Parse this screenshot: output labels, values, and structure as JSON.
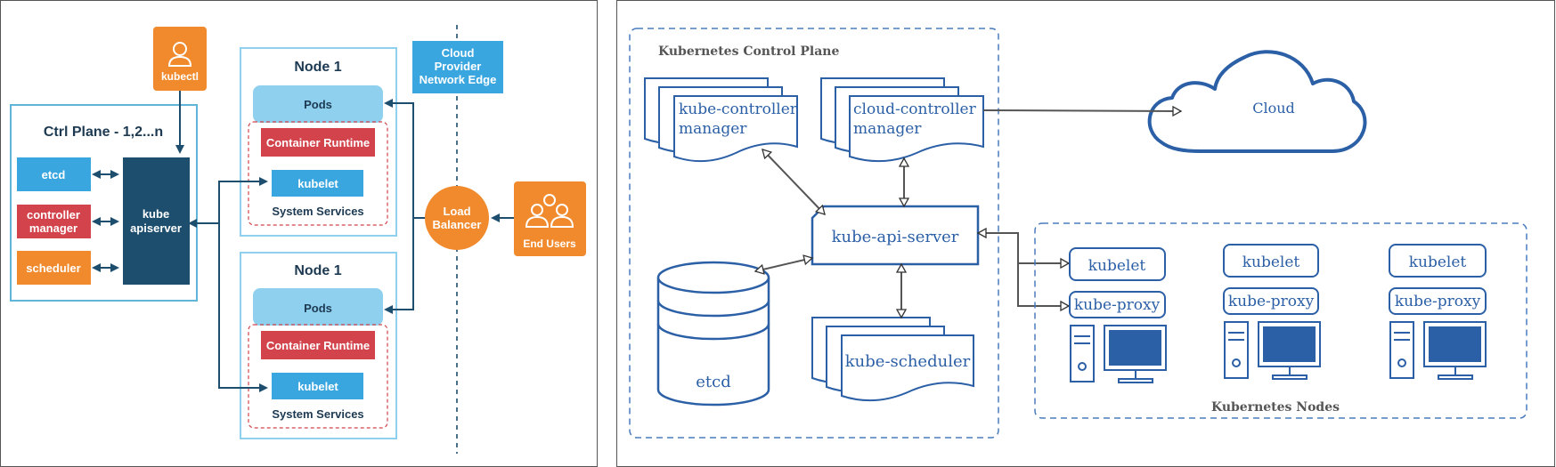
{
  "left": {
    "kubectl": "kubectl",
    "ctrl_plane_title": "Ctrl Plane - 1,2...n",
    "etcd": "etcd",
    "controller_manager": [
      "controller",
      "manager"
    ],
    "scheduler": "scheduler",
    "apiserver": [
      "kube",
      "apiserver"
    ],
    "cloud_edge": [
      "Cloud",
      "Provider",
      "Network Edge"
    ],
    "load_balancer": [
      "Load",
      "Balancer"
    ],
    "end_users": "End Users",
    "nodes": [
      {
        "title": "Node 1",
        "pods": "Pods",
        "runtime": "Container Runtime",
        "kubelet": "kubelet",
        "system_services": "System Services"
      },
      {
        "title": "Node 1",
        "pods": "Pods",
        "runtime": "Container Runtime",
        "kubelet": "kubelet",
        "system_services": "System Services"
      }
    ]
  },
  "right": {
    "control_plane_title": "Kubernetes Control Plane",
    "kube_controller_manager": [
      "kube-controller",
      "manager"
    ],
    "cloud_controller_manager": [
      "cloud-controller",
      "manager"
    ],
    "cloud": "Cloud",
    "api_server": "kube-api-server",
    "etcd": "etcd",
    "scheduler": "kube-scheduler",
    "nodes_title": "Kubernetes Nodes",
    "nodes": [
      {
        "kubelet": "kubelet",
        "proxy": "kube-proxy"
      },
      {
        "kubelet": "kubelet",
        "proxy": "kube-proxy"
      },
      {
        "kubelet": "kubelet",
        "proxy": "kube-proxy"
      }
    ]
  },
  "colors": {
    "orange": "#f08a2c",
    "light_blue": "#3aa6e0",
    "dark_navy": "#1d4e6e",
    "red": "#d2434b",
    "pods_blue": "#8fd0ef",
    "frame_blue": "#5fb4d9",
    "diagram_blue": "#2b5fa6"
  }
}
